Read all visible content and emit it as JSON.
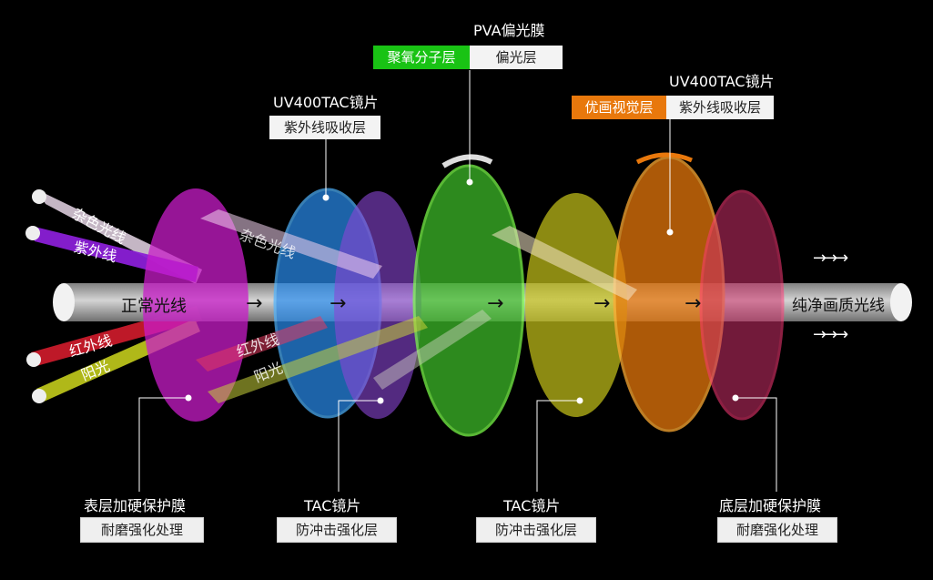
{
  "top_labels": {
    "pva_title": "PVA偏光膜",
    "pva_left": "聚氧分子层",
    "pva_right": "偏光层",
    "uv_left_title": "UV400TAC镜片",
    "uv_left_sub": "紫外线吸收层",
    "uv_right_title": "UV400TAC镜片",
    "uv_right_left": "优画视觉层",
    "uv_right_right": "紫外线吸收层"
  },
  "rays": {
    "stray": "杂色光线",
    "uv": "紫外线",
    "infrared": "红外线",
    "sunlight": "阳光",
    "normal": "正常光线",
    "output": "纯净画质光线"
  },
  "rays_inner": {
    "stray": "杂色光线",
    "infrared": "红外线",
    "sunlight": "阳光"
  },
  "bottom_labels": [
    {
      "title": "表层加硬保护膜",
      "sub": "耐磨强化处理"
    },
    {
      "title": "TAC镜片",
      "sub": "防冲击强化层"
    },
    {
      "title": "TAC镜片",
      "sub": "防冲击强化层"
    },
    {
      "title": "底层加硬保护膜",
      "sub": "耐磨强化处理"
    }
  ],
  "arrows": {
    "flow": "→",
    "triple": "→→→"
  },
  "colors": {
    "lens1": "#c81cc8",
    "lens2": "#2a8ef0",
    "lens3": "#8a46d6",
    "lens4": "#3fbf2a",
    "lens5": "#c8c41a",
    "lens6": "#e8780c",
    "lens7": "#d0306a",
    "green_box": "#19c314",
    "orange_box": "#e8780c"
  }
}
